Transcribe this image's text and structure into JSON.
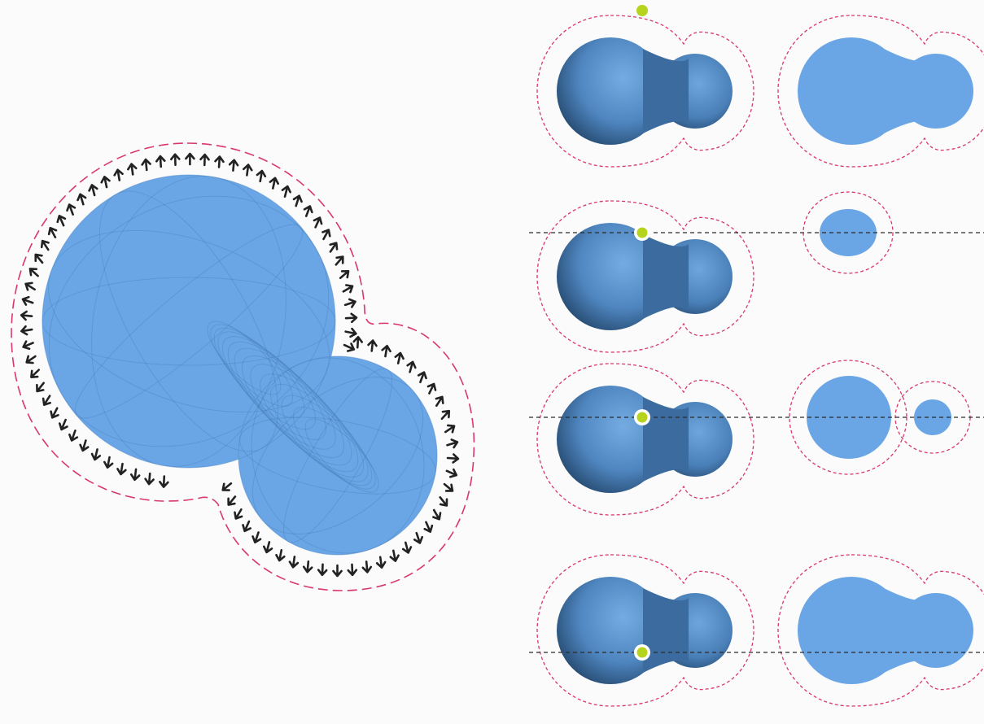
{
  "colors": {
    "background": "#fbfbfb",
    "blob_fill": "#6aa6e6",
    "sphere_light": "#6fa9e0",
    "sphere_dark": "#1f4466",
    "boundary_dash": "#d8386a",
    "section_line": "#2b2b2b",
    "probe_point": "#b6d41e",
    "arrow": "#222222"
  },
  "main_figure": {
    "shape": "two-sphere-blob",
    "surface_shading": "wireframe-overlay",
    "offset_boundary": "dashed-outline",
    "normal_arrows": "outward-pointing-arrows"
  },
  "panel_rows": [
    {
      "view": "sphere-render",
      "section": "full-silhouette",
      "probe": "above-shape",
      "cut_line": false
    },
    {
      "view": "sphere-render",
      "section": "single-small-ellipse",
      "probe": "on-neck-top",
      "cut_line": true
    },
    {
      "view": "sphere-render",
      "section": "two-separate-discs",
      "probe": "upper-neck",
      "cut_line": true
    },
    {
      "view": "sphere-render",
      "section": "full-silhouette",
      "probe": "lower-middle",
      "cut_line": true
    }
  ]
}
